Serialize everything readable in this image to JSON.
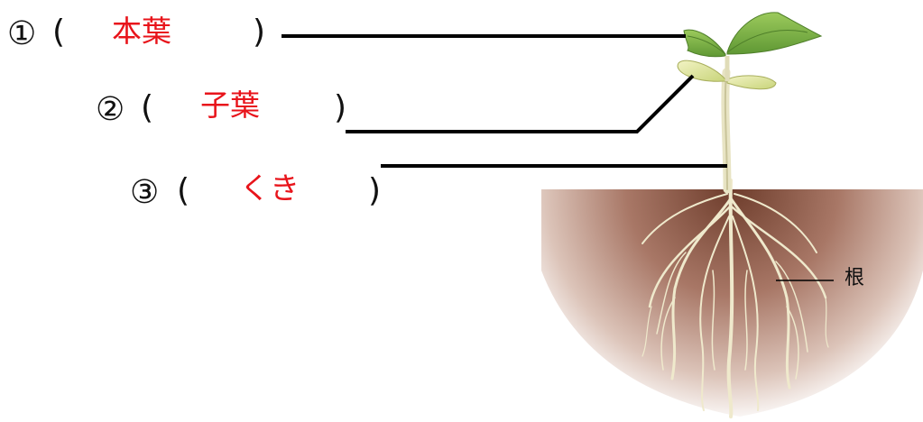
{
  "labels": [
    {
      "marker": "①",
      "open": "(",
      "answer": "本葉",
      "close": ")"
    },
    {
      "marker": "②",
      "open": "(",
      "answer": "子葉",
      "close": ")"
    },
    {
      "marker": "③",
      "open": "(",
      "answer": "くき",
      "close": ")"
    }
  ],
  "root_label": "根",
  "colors": {
    "answer": "#e8141b",
    "text": "#111111",
    "leader": "#000000",
    "soil": "#9a6a58",
    "root": "#eee8c8",
    "leaf": "#7fb24a",
    "cotyledon": "#dde59a"
  }
}
